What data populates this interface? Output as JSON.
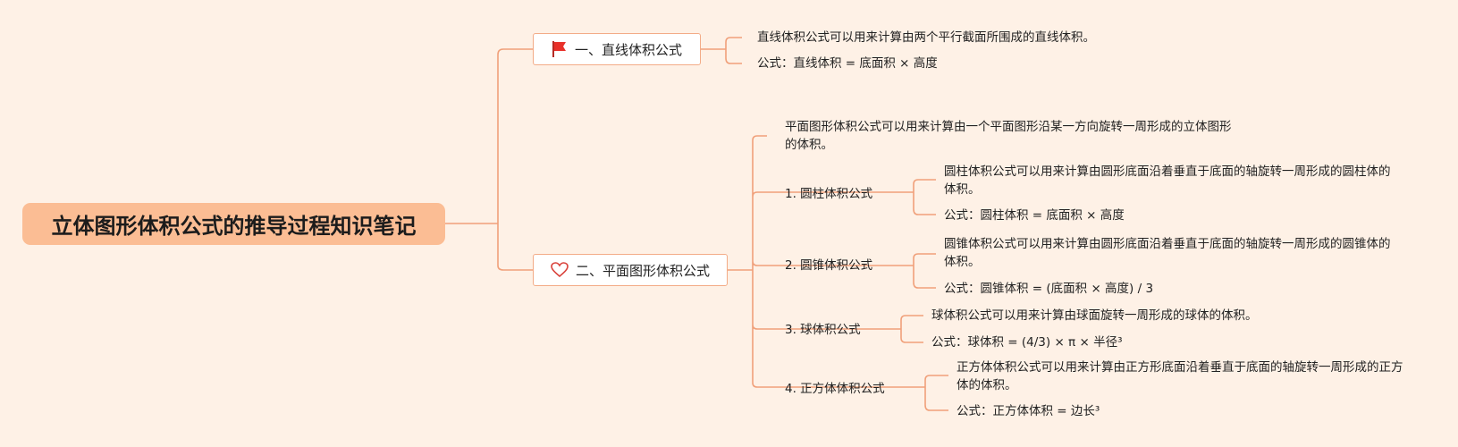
{
  "root": {
    "title": "立体图形体积公式的推导过程知识笔记"
  },
  "branch1": {
    "label": "一、直线体积公式",
    "icon": "flag-icon",
    "desc": "直线体积公式可以用来计算由两个平行截面所围成的直线体积。",
    "formula": "公式：直线体积 = 底面积 × 高度"
  },
  "branch2": {
    "label": "二、平面图形体积公式",
    "icon": "heart-icon",
    "desc": "平面图形体积公式可以用来计算由一个平面图形沿某一方向旋转一周形成的立体图形的体积。",
    "items": [
      {
        "label": "1. 圆柱体积公式",
        "desc": "圆柱体积公式可以用来计算由圆形底面沿着垂直于底面的轴旋转一周形成的圆柱体的体积。",
        "formula": "公式：圆柱体积 = 底面积 × 高度"
      },
      {
        "label": "2. 圆锥体积公式",
        "desc": "圆锥体积公式可以用来计算由圆形底面沿着垂直于底面的轴旋转一周形成的圆锥体的体积。",
        "formula": "公式：圆锥体积 = (底面积 × 高度) / 3"
      },
      {
        "label": "3. 球体积公式",
        "desc": "球体积公式可以用来计算由球面旋转一周形成的球体的体积。",
        "formula": "公式：球体积 = (4/3) × π × 半径³"
      },
      {
        "label": "4. 正方体体积公式",
        "desc": "正方体体积公式可以用来计算由正方形底面沿着垂直于底面的轴旋转一周形成的正方体的体积。",
        "formula": "公式：正方体体积 = 边长³"
      }
    ]
  },
  "colors": {
    "background": "#fef1e6",
    "root": "#fbbd94",
    "line": "#f0a07a",
    "flag": "#e8312a",
    "heart": "#d9413a"
  }
}
